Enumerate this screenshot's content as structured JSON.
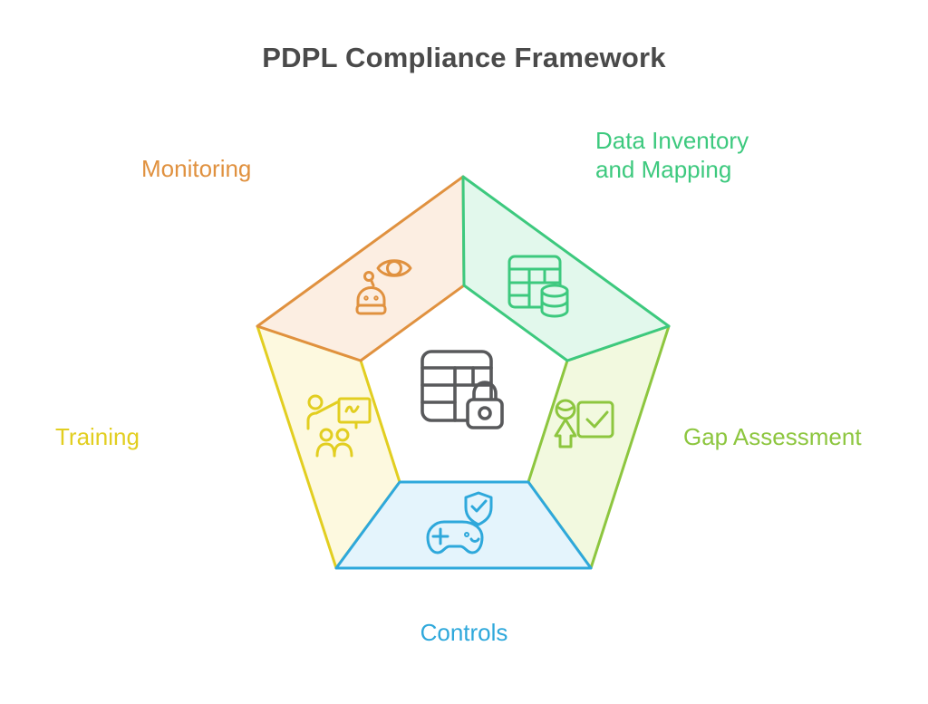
{
  "header": {
    "title": "PDPL Compliance Framework",
    "title_color": "#4a4a4a"
  },
  "diagram": {
    "type": "pentagon-cycle",
    "center_icon": {
      "name": "secure-data-table",
      "color": "#58595b",
      "mask_fill": "#ffffff"
    },
    "segments": [
      {
        "label": "Monitoring",
        "stroke": "#e0913f",
        "fill": "#fceee2",
        "icon": "eye-robot-monitoring-icon",
        "position": "top-left"
      },
      {
        "label": "Data Inventory\nand Mapping",
        "stroke": "#3dc97e",
        "fill": "#e2f8ec",
        "icon": "table-database-icon",
        "position": "top-right"
      },
      {
        "label": "Gap Assessment",
        "stroke": "#8dc63f",
        "fill": "#f2f9df",
        "icon": "person-checklist-icon",
        "position": "right"
      },
      {
        "label": "Controls",
        "stroke": "#2ea8db",
        "fill": "#e4f4fc",
        "icon": "gamepad-shield-icon",
        "position": "bottom"
      },
      {
        "label": "Training",
        "stroke": "#e2ce20",
        "fill": "#fdf9df",
        "icon": "presenter-audience-icon",
        "position": "left"
      }
    ]
  }
}
